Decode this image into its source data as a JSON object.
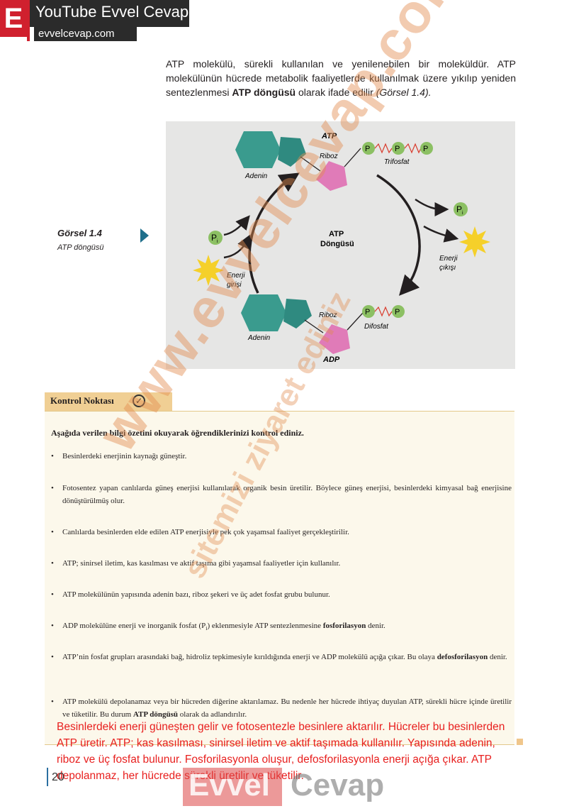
{
  "logo": {
    "letter": "E",
    "title": "YouTube Evvel Cevap",
    "site": "evvelcevap.com"
  },
  "intro": {
    "part1": "ATP molekülü, sürekli kullanılan ve yenilenebilen bir moleküldür. ATP molekülünün hücrede metabolik faaliyetlerde kullanılmak üzere yıkılıp yeniden sentezlenmesi ",
    "bold": "ATP döngüsü",
    "part2": " olarak ifade edilir ",
    "ref": "(Görsel 1.4)."
  },
  "figure": {
    "caption_title": "Görsel 1.4",
    "caption_sub": "ATP döngüsü",
    "atp_label": "ATP",
    "adp_label": "ADP",
    "riboz_top": "Riboz",
    "riboz_bottom": "Riboz",
    "adenin_top": "Adenin",
    "adenin_bottom": "Adenin",
    "trifosfat": "Trifosfat",
    "difosfat": "Difosfat",
    "center_line1": "ATP",
    "center_line2": "Döngüsü",
    "enerji_giris_1": "Enerji",
    "enerji_giris_2": "girişi",
    "enerji_cikis_1": "Enerji",
    "enerji_cikis_2": "çıkışı",
    "phosphate": "P",
    "pi_main": "P",
    "pi_sub": "i"
  },
  "kontrol": {
    "tab_label": "Kontrol Noktası",
    "check": "✓",
    "heading": "Aşağıda verilen bilgi özetini okuyarak öğrendiklerinizi kontrol ediniz.",
    "b1": "Besinlerdeki enerjinin kaynağı güneştir.",
    "b2": "Fotosentez yapan canlılarda güneş enerjisi kullanılarak organik besin üretilir. Böylece güneş enerjisi, besinlerdeki kimyasal bağ enerjisine dönüştürülmüş olur.",
    "b3": "Canlılarda besinlerden elde edilen ATP enerjisiyle pek çok yaşamsal faaliyet gerçekleştirilir.",
    "b4": "ATP; sinirsel iletim, kas kasılması ve aktif taşıma gibi yaşamsal faaliyetler için kullanılır.",
    "b5": "ATP molekülünün yapısında adenin bazı, riboz şekeri ve üç adet fosfat grubu bulunur.",
    "b6_a": "ADP molekülüne enerji ve inorganik fosfat (P",
    "b6_sub": "i",
    "b6_b": ") eklenmesiyle ATP sentezlenmesine ",
    "b6_bold": "fosforilasyon",
    "b6_c": " denir.",
    "b7_a": "ATP’nin fosfat grupları arasındaki bağ, hidroliz tepkimesiyle kırıldığında enerji ve ADP molekülü açığa çıkar. Bu olaya ",
    "b7_bold": "defosforilasyon",
    "b7_c": " denir.",
    "b8_a": "ATP molekülü depolanamaz veya bir hücreden diğerine aktarılamaz. Bu nedenle her hücrede ihtiyaç duyulan ATP, sürekli hücre içinde üretilir ve tüketilir. Bu durum ",
    "b8_bold": "ATP döngüsü",
    "b8_c": " olarak da adlandırılır."
  },
  "answer": "Besinlerdeki enerji güneşten gelir ve fotosentezle besinlere aktarılır. Hücreler bu besinlerden ATP üretir. ATP; kas kasılması, sinirsel iletim ve aktif taşımada kullanılır. Yapısında adenin, riboz ve üç fosfat bulunur. Fosforilasyonla oluşur, defosforilasyonla enerji açığa çıkar. ATP depolanmaz, her hücrede sürekli üretilir ve tüketilir.",
  "page_number": "20",
  "watermark": {
    "main": "www.evvelcevap.com",
    "secondary": "sitemizi ziyaret ediniz",
    "bottom_1": "Evvel",
    "bottom_2": "Cevap"
  },
  "colors": {
    "brand_red": "#d0202e",
    "answer_red": "#e8201f",
    "adenin": "#3a9b8e",
    "riboz": "#e07bb8",
    "phosphate": "#8cc063",
    "sun": "#f5d02a",
    "tab": "#f0cf94"
  }
}
